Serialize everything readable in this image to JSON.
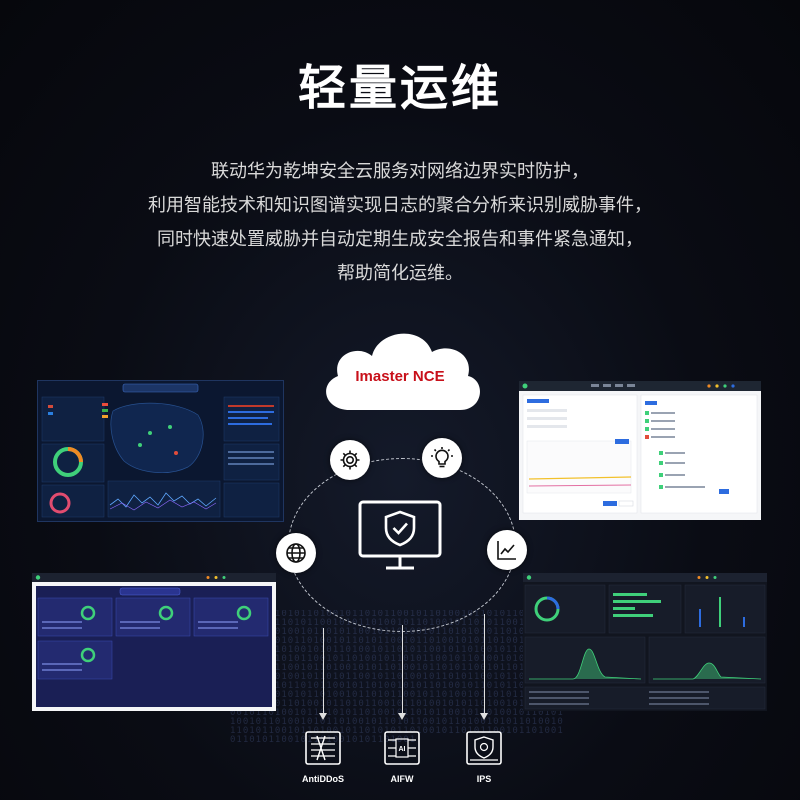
{
  "header": {
    "title": "轻量运维",
    "description_lines": [
      "联动华为乾坤安全云服务对网络边界实时防护，",
      "利用智能技术和知识图谱实现日志的聚合分析来识别威胁事件，",
      "同时快速处置威胁并自动定期生成安全报告和事件紧急通知，",
      "帮助简化运维。"
    ]
  },
  "cloud": {
    "label": "Imaster NCE",
    "label_color": "#c8101a"
  },
  "nodes": [
    {
      "name": "gear-icon"
    },
    {
      "name": "lightbulb-icon"
    },
    {
      "name": "globe-icon"
    },
    {
      "name": "chart-line-icon"
    }
  ],
  "center_icon": "monitor-shield-icon",
  "features": [
    {
      "label": "AntiDDoS",
      "icon": "antiddos-icon"
    },
    {
      "label": "AIFW",
      "icon": "aifw-icon"
    },
    {
      "label": "IPS",
      "icon": "ips-icon"
    }
  ],
  "colors": {
    "background": "#090b12",
    "accent_blue": "#2d6cdf",
    "accent_green": "#3fd07a",
    "accent_orange": "#f08a24"
  }
}
